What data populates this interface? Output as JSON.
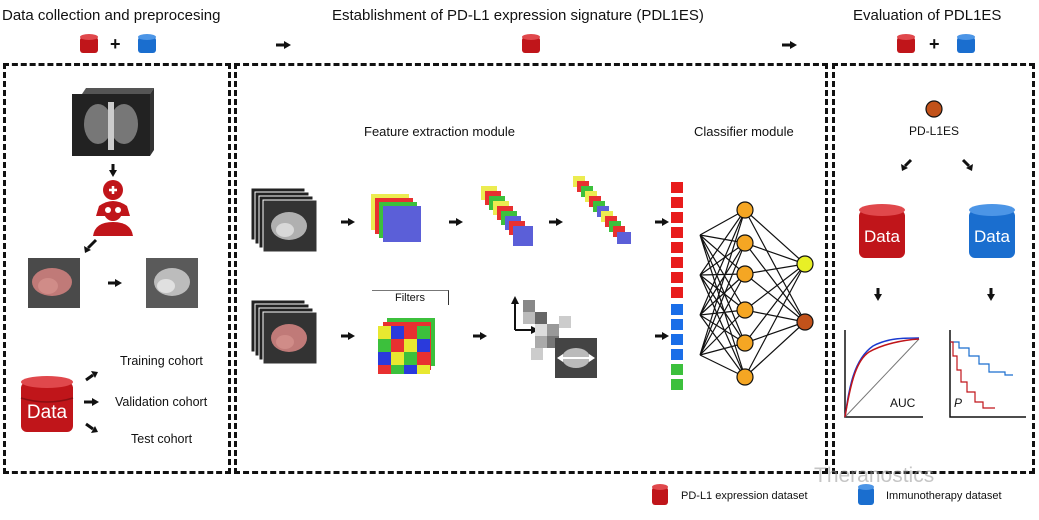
{
  "headers": {
    "collection": "Data collection and preprocesing",
    "establishment": "Establishment of PD-L1 expression signature (PDL1ES)",
    "evaluation": "Evaluation of PDL1ES"
  },
  "plus": "+",
  "db_icon_text": "Data",
  "cohorts": [
    "Training cohort",
    "Validation cohort",
    "Test cohort"
  ],
  "modules": {
    "feature": "Feature extraction module",
    "classifier": "Classifier module",
    "filters": "Filters"
  },
  "evaluation": {
    "node": "PD-L1ES",
    "auc": "AUC",
    "p": "P"
  },
  "legend": {
    "pdl1": "PD-L1 expression dataset",
    "immuno": "Immunotherapy dataset"
  },
  "watermark": "Theranostics",
  "colors": {
    "red_db": "#c0151a",
    "blue_db": "#1a6ecf",
    "orange_node": "#f5a623",
    "yellow_node": "#e8f026",
    "brown_node": "#c2521a"
  }
}
